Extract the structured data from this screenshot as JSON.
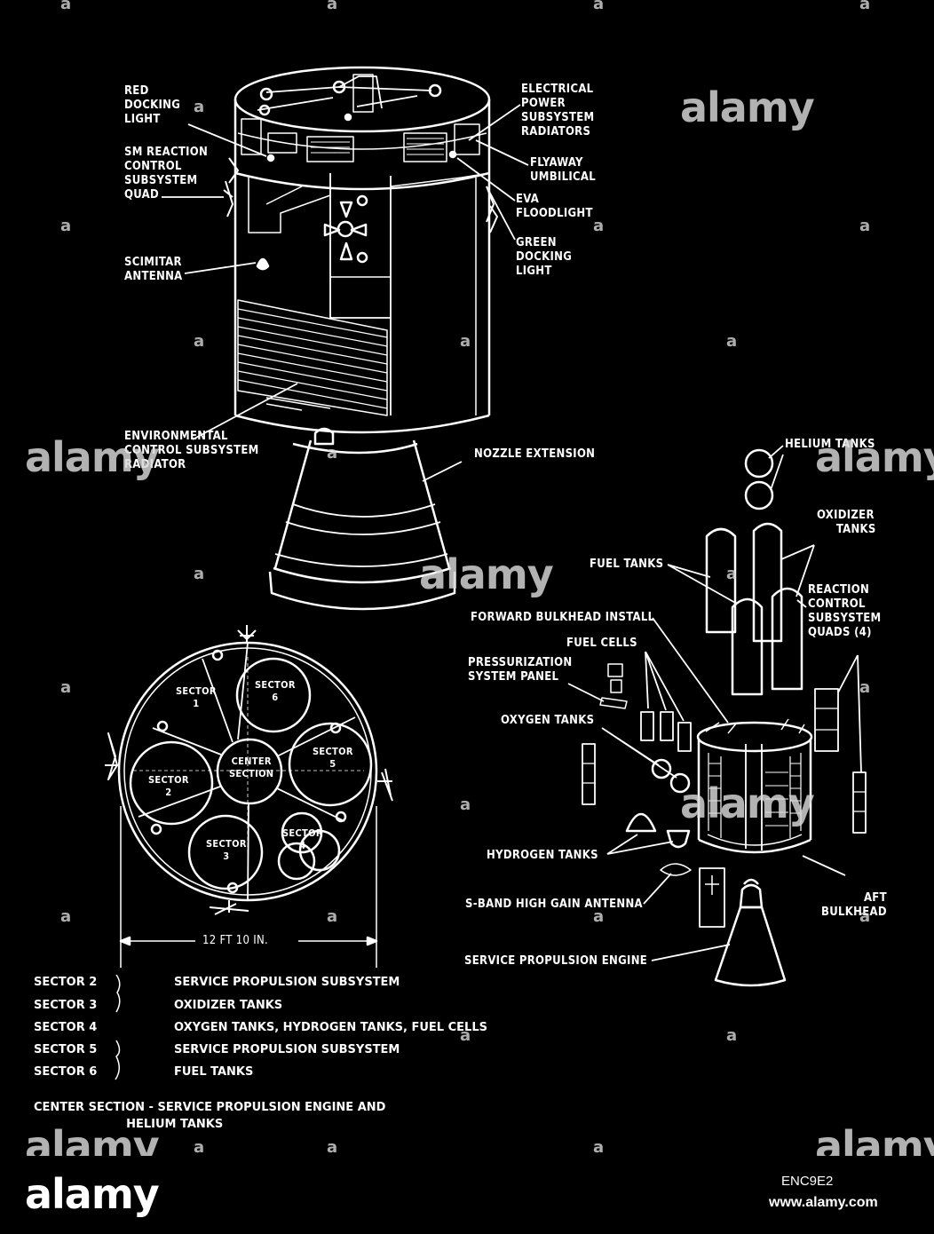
{
  "callouts": {
    "red_docking_light": "RED\nDOCKING\nLIGHT",
    "sm_rcs_quad": "SM REACTION\nCONTROL\nSUBSYSTEM\nQUAD",
    "scimitar_antenna": "SCIMITAR\nANTENNA",
    "env_control_radiator": "ENVIRONMENTAL\nCONTROL SUBSYSTEM\nRADIATOR",
    "eps_radiators": "ELECTRICAL\nPOWER\nSUBSYSTEM\nRADIATORS",
    "flyaway_umbilical": "FLYAWAY\nUMBILICAL",
    "eva_floodlight": "EVA\nFLOODLIGHT",
    "green_docking_light": "GREEN\nDOCKING\nLIGHT",
    "nozzle_extension": "NOZZLE EXTENSION",
    "helium_tanks": "HELIUM TANKS",
    "oxidizer_tanks": "OXIDIZER\n     TANKS",
    "fuel_tanks": "FUEL TANKS",
    "rcs_quads": "REACTION\nCONTROL\nSUBSYSTEM\nQUADS (4)",
    "forward_bulkhead": "FORWARD BULKHEAD INSTALL",
    "fuel_cells": "FUEL CELLS",
    "pressurization_panel": "PRESSURIZATION\nSYSTEM PANEL",
    "oxygen_tanks": "OXYGEN TANKS",
    "hydrogen_tanks": "HYDROGEN TANKS",
    "sband_antenna": "S-BAND HIGH GAIN ANTENNA",
    "aft_bulkhead": "AFT\nBULKHEAD",
    "spe": "SERVICE PROPULSION ENGINE"
  },
  "sectors": {
    "s1": "SECTOR\n1",
    "s2": "SECTOR\n2",
    "s3": "SECTOR\n3",
    "s4": "SECTOR\n4",
    "s5": "SECTOR\n5",
    "s6": "SECTOR\n6",
    "center": "CENTER\nSECTION"
  },
  "dimension": "12 FT 10 IN.",
  "legend": [
    {
      "sector": "SECTOR 2",
      "desc": "SERVICE PROPULSION SUBSYSTEM"
    },
    {
      "sector": "SECTOR 3",
      "desc": "OXIDIZER TANKS"
    },
    {
      "sector": "SECTOR 4",
      "desc": "OXYGEN TANKS, HYDROGEN TANKS, FUEL CELLS"
    },
    {
      "sector": "SECTOR 5",
      "desc": "SERVICE PROPULSION SUBSYSTEM"
    },
    {
      "sector": "SECTOR 6",
      "desc": "FUEL TANKS"
    }
  ],
  "center_note": "CENTER SECTION - SERVICE PROPULSION ENGINE AND\n                       HELIUM TANKS",
  "watermark": {
    "brand": "alamy",
    "mark": "a"
  },
  "footer": {
    "logo": "alamy",
    "image_id": "ENC9E2",
    "url": "www.alamy.com"
  }
}
